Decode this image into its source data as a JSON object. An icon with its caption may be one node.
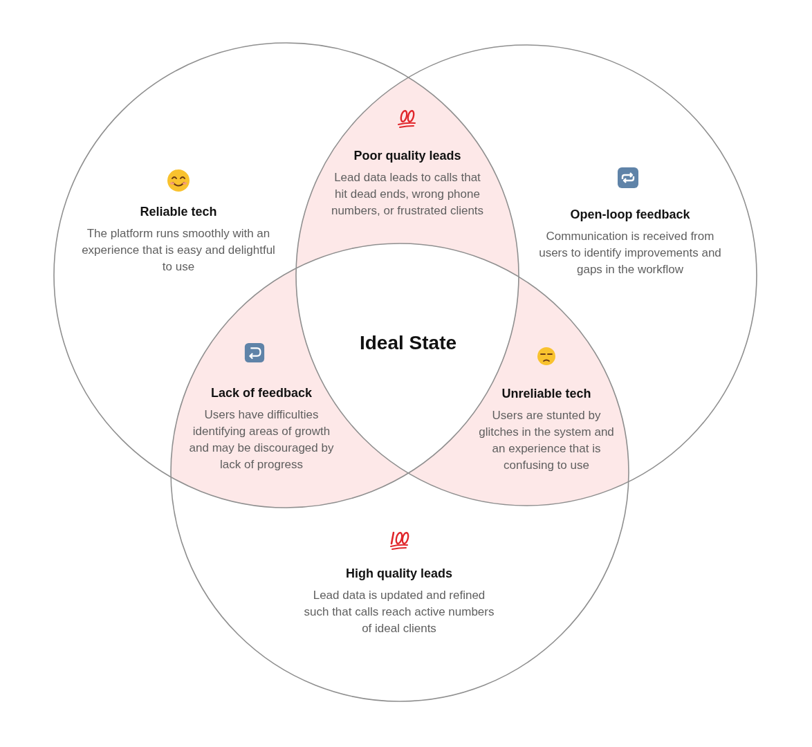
{
  "diagram": {
    "nodes": [
      {
        "text": [
          "Reliable tech",
          "The platform runs smoothly with an experience that is easy and delightful to use"
        ]
      },
      {
        "text": [
          "Open-loop feedback",
          "Communication is received from users to identify improvements and gaps in the workflow"
        ]
      },
      {
        "text": [
          "High quality leads",
          "Lead data is updated and refined such that calls reach active numbers of ideal clients"
        ]
      },
      {
        "text": [
          "Poor quality leads",
          "Lead data leads to calls that hit dead ends, wrong phone numbers, or frustrated clients"
        ]
      },
      {
        "text": [
          "Ideal State"
        ]
      },
      {
        "text": [
          "Lack of feedback",
          "Users have difficulties identifying areas of growth and may be discouraged by lack of progress"
        ]
      },
      {
        "text": [
          "Unreliable tech",
          "Users are stunted by glitches in the system and an experience that is confusing to use"
        ]
      }
    ],
    "edges": []
  }
}
